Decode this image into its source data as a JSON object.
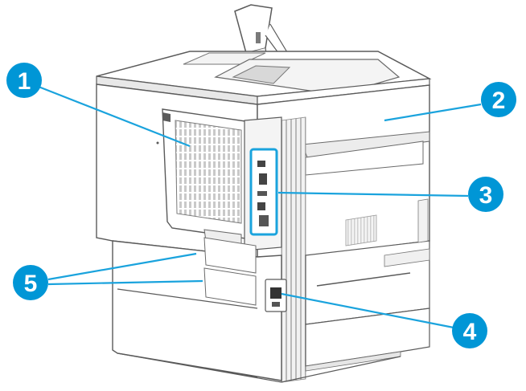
{
  "diagram": {
    "subject": "printer-rear-view",
    "colors": {
      "callout_fill": "#0096d6",
      "callout_line": "#1aa3dd",
      "body_light": "#ffffff",
      "body_shade": "#ececec",
      "outline": "#5a5a5a",
      "port_highlight": "#1aa3dd"
    },
    "callouts": [
      {
        "id": "1",
        "label": "1"
      },
      {
        "id": "2",
        "label": "2"
      },
      {
        "id": "3",
        "label": "3"
      },
      {
        "id": "4",
        "label": "4"
      },
      {
        "id": "5",
        "label": "5"
      }
    ]
  }
}
